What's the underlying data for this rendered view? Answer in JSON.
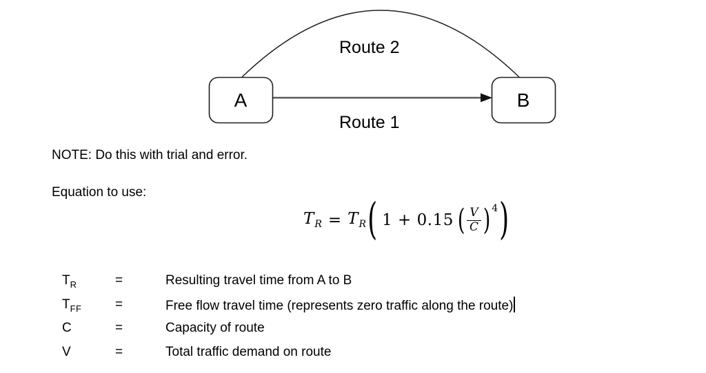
{
  "diagram": {
    "node_a": "A",
    "node_b": "B",
    "route1_label": "Route 1",
    "route2_label": "Route 2",
    "colors": {
      "shape_border": "#1f1f1f",
      "arc": "#1f1f1f",
      "arrow_line": "#595959",
      "arrowhead": "#111111"
    }
  },
  "note_text": "NOTE: Do this with trial and error.",
  "equation_intro": "Equation to use:",
  "equation": {
    "lhs_base": "T",
    "lhs_sub": "R",
    "equals": "=",
    "rhs_base": "T",
    "rhs_sub": "R",
    "open_paren": "(",
    "close_paren": ")",
    "linear_term": "1 + 0.15",
    "frac_num": "V",
    "frac_den": "C",
    "exponent": "4"
  },
  "definitions": [
    {
      "base": "T",
      "sub": "R",
      "equals": "=",
      "desc": "Resulting travel time from A to B"
    },
    {
      "base": "T",
      "sub": "FF",
      "equals": "=",
      "desc": "Free flow travel time (represents zero traffic along the route)"
    },
    {
      "base": "C",
      "sub": "",
      "equals": "=",
      "desc": "Capacity of route"
    },
    {
      "base": "V",
      "sub": "",
      "equals": "=",
      "desc": "Total traffic demand on route"
    }
  ]
}
